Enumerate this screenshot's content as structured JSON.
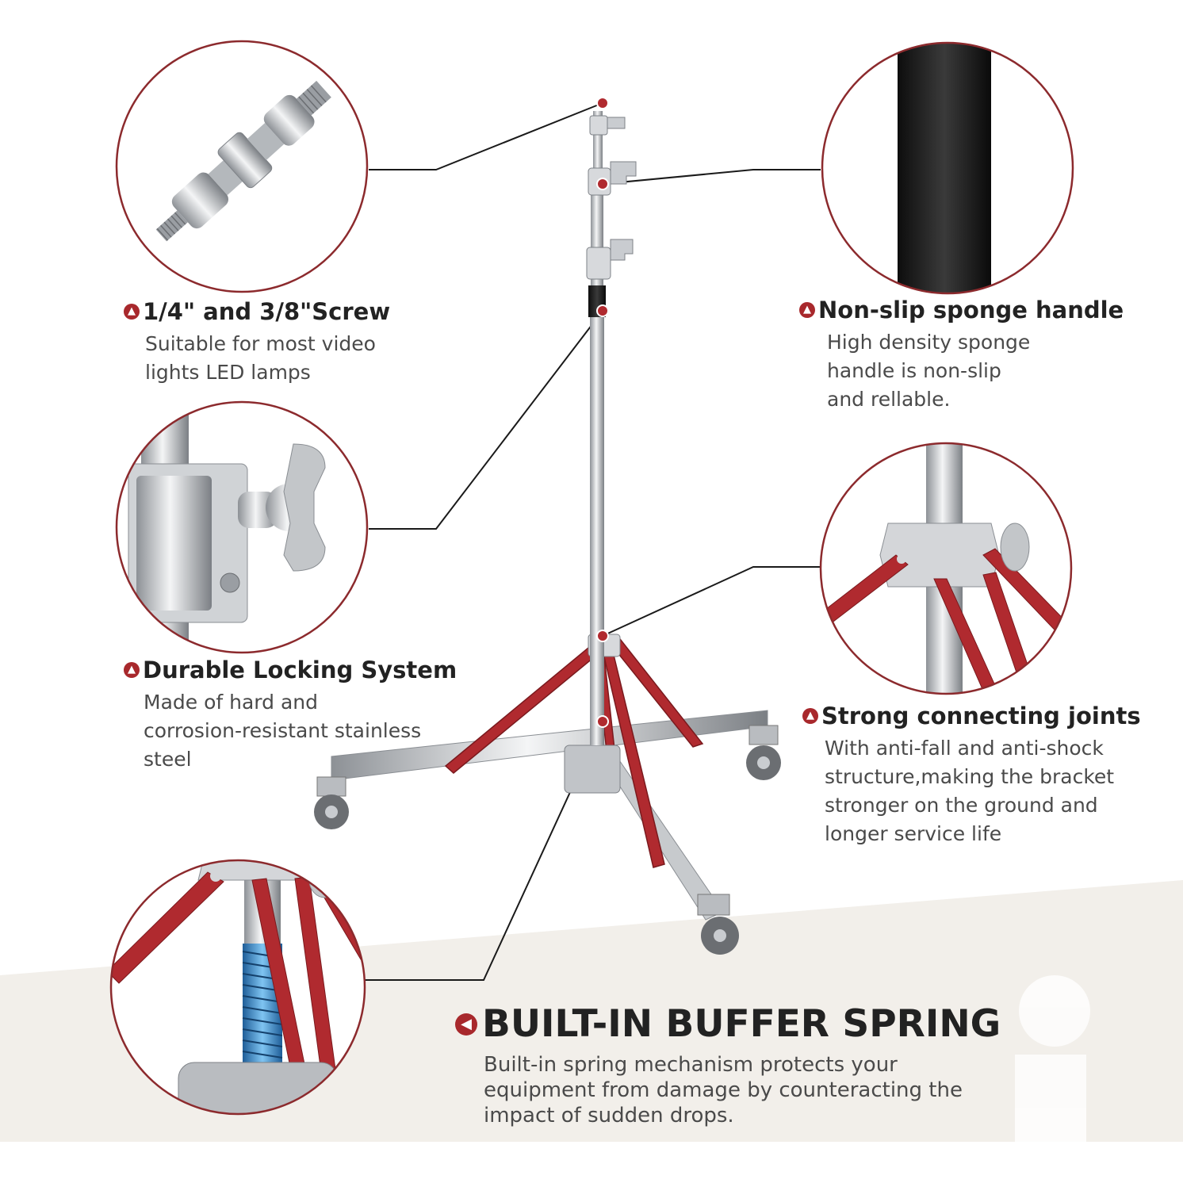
{
  "colors": {
    "accent": "#a8282c",
    "title": "#222222",
    "text": "#4a4a4a",
    "background_band": "#f2efea",
    "steel": "#c9ccd0",
    "leg_red": "#b02a2f"
  },
  "features": {
    "screw": {
      "icon": "arrow-up-circle-icon",
      "title": "1/4\" and 3/8\"Screw",
      "lines": [
        "Suitable for most video",
        "lights LED lamps"
      ]
    },
    "handle": {
      "icon": "arrow-up-circle-icon",
      "title": "Non-slip sponge handle",
      "lines": [
        "High density sponge",
        "handle is non-slip",
        "and rellable."
      ]
    },
    "locking": {
      "icon": "arrow-up-circle-icon",
      "title": "Durable Locking System",
      "lines": [
        "Made of hard and",
        "corrosion-resistant stainless",
        "steel"
      ]
    },
    "joints": {
      "icon": "arrow-up-circle-icon",
      "title": "Strong connecting joints",
      "lines": [
        "With anti-fall and anti-shock",
        "structure,making the bracket",
        "stronger on the ground and",
        "longer service life"
      ]
    },
    "spring": {
      "icon": "arrow-left-circle-icon",
      "title": "BUILT-IN BUFFER SPRING",
      "lines": [
        "Built-in spring mechanism protects your",
        "equipment from damage by counteracting the",
        "impact of sudden drops."
      ]
    }
  }
}
